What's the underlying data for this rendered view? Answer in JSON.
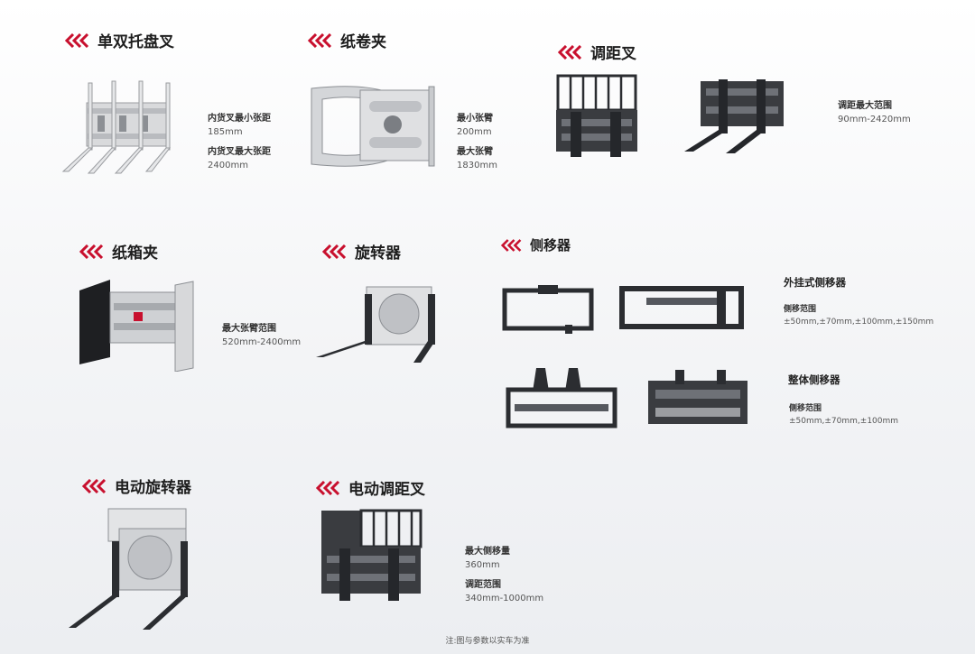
{
  "accent_color": "#c8102e",
  "sections": {
    "pallet_fork": {
      "title": "单双托盘叉",
      "specs": [
        {
          "label": "内货叉最小张距",
          "value": "185mm"
        },
        {
          "label": "内货叉最大张距",
          "value": "2400mm"
        }
      ]
    },
    "paper_roll_clamp": {
      "title": "纸卷夹",
      "specs": [
        {
          "label": "最小张臂",
          "value": "200mm"
        },
        {
          "label": "最大张臂",
          "value": "1830mm"
        }
      ]
    },
    "fork_positioner": {
      "title": "调距叉",
      "specs": [
        {
          "label": "调距最大范围",
          "value": "90mm-2420mm"
        }
      ]
    },
    "carton_clamp": {
      "title": "纸箱夹",
      "specs": [
        {
          "label": "最大张臂范围",
          "value": "520mm-2400mm"
        }
      ]
    },
    "rotator": {
      "title": "旋转器"
    },
    "side_shifter": {
      "title": "侧移器",
      "external": {
        "subtitle": "外挂式侧移器",
        "label": "侧移范围",
        "value": "±50mm,±70mm,±100mm,±150mm"
      },
      "integral": {
        "subtitle": "整体侧移器",
        "label": "侧移范围",
        "value": "±50mm,±70mm,±100mm"
      }
    },
    "electric_rotator": {
      "title": "电动旋转器"
    },
    "electric_positioner": {
      "title": "电动调距叉",
      "specs": [
        {
          "label": "最大侧移量",
          "value": "360mm"
        },
        {
          "label": "调距范围",
          "value": "340mm-1000mm"
        }
      ]
    }
  },
  "footnote": "注:图与参数以实车为准"
}
